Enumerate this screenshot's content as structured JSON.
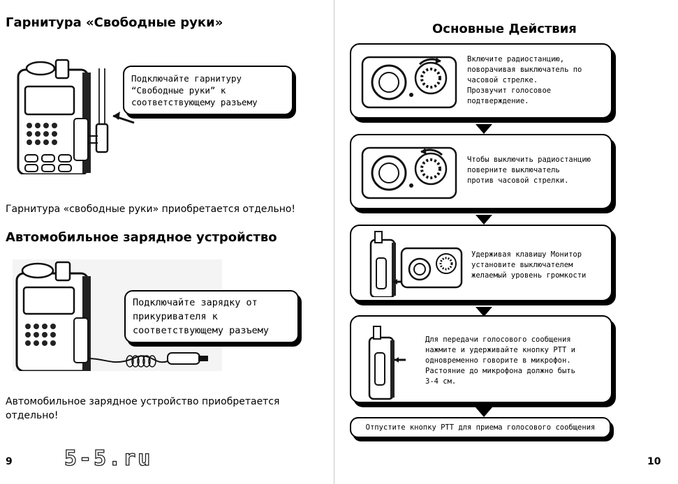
{
  "left_page": {
    "headset_title": "Гарнитура «Свободные руки»",
    "headset_callout": [
      "Подключайте гарнитуру",
      "“Свободные руки” к",
      "соответствующему разъему"
    ],
    "headset_note": "Гарнитура «свободные руки» приобретается отдельно!",
    "charger_title": "Автомобильное зарядное устройство",
    "charger_callout": [
      "Подключайте зарядку от",
      "прикуривателя к",
      "соответствующему разъему"
    ],
    "charger_note_line1": "Автомобильное зарядное устройство приобретается",
    "charger_note_line2": "отдельно!",
    "page_number": "9",
    "watermark": "5-5.ru"
  },
  "right_page": {
    "title": "Основные Действия",
    "steps": [
      {
        "lines": [
          "Включите радиостанцию,",
          "поворачивая выключатель по",
          "часовой стрелке.",
          "Прозвучит голосовое",
          "подтверждение."
        ]
      },
      {
        "lines": [
          "Чтобы выключить радиостанцию",
          "поверните выключатель",
          "против часовой стрелки."
        ]
      },
      {
        "lines": [
          "Удерживая клавишу Монитор",
          "установите выключателем",
          "желаемый уровень громкости"
        ]
      },
      {
        "lines": [
          "Для передачи голосового сообщения",
          "нажмите и удерживайте кнопку PTT и",
          "одновременно говорите в микрофон.",
          "Растояние до микрофона должно быть",
          "3-4 см."
        ]
      }
    ],
    "final_step": "Отпустите кнопку PTT для приема голосового сообщения",
    "page_number": "10"
  }
}
